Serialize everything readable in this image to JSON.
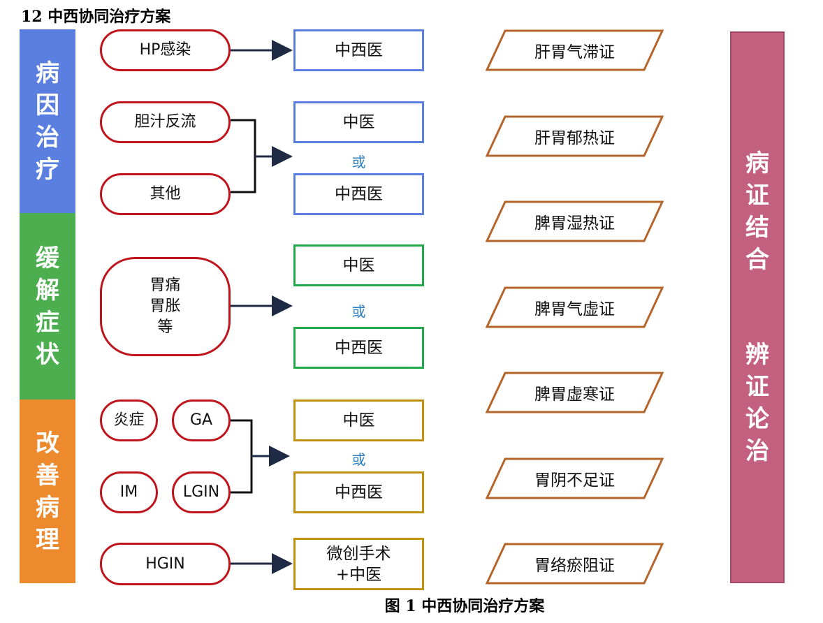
{
  "title": "12  中西协同治疗方案",
  "caption": "图 1  中西协同治疗方案",
  "colors": {
    "blue": "#5b7fe0",
    "green": "#4cae4f",
    "orange": "#ee8a2e",
    "red": "#c0141c",
    "gold": "#c4900f",
    "pink": "#c4607f",
    "brown": "#b5652a"
  },
  "categories": [
    "病因治疗",
    "缓解症状",
    "改善病理"
  ],
  "conditions": {
    "hp": "HP感染",
    "bile": "胆汁反流",
    "other": "其他",
    "pain": "胃痛\n胃胀\n等",
    "inflam": "炎症",
    "ga": "GA",
    "im": "IM",
    "lgin": "LGIN",
    "hgin": "HGIN"
  },
  "treatments": {
    "t1": "中西医",
    "t2": "中医",
    "t3": "中西医",
    "t4": "中医",
    "t5": "中西医",
    "t6": "中医",
    "t7": "中西医",
    "t8": "微创手术\n+中医"
  },
  "or_label": "或",
  "syndromes": [
    "肝胃气滞证",
    "肝胃郁热证",
    "脾胃湿热证",
    "脾胃气虚证",
    "脾胃虚寒证",
    "胃阴不足证",
    "胃络瘀阻证"
  ],
  "right_bar": {
    "top": "病证结合",
    "bottom": "辨证论治"
  }
}
